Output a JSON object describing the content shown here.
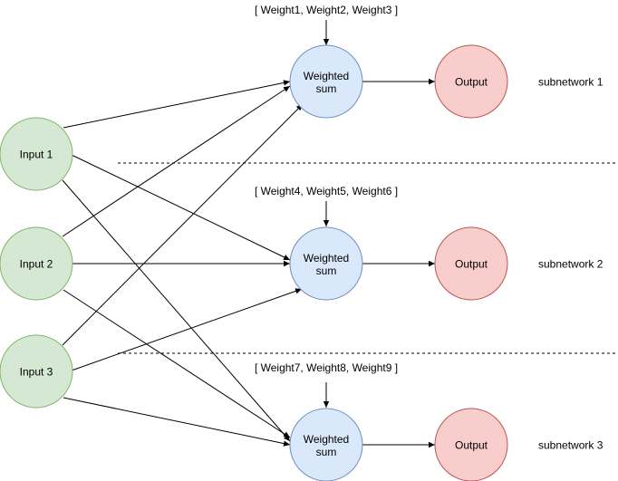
{
  "colors": {
    "input_fill": "#d5e8d4",
    "input_stroke": "#82b366",
    "sum_fill": "#dae8fc",
    "sum_stroke": "#6c8ebf",
    "output_fill": "#f8cecc",
    "output_stroke": "#b85450",
    "edge": "#000000"
  },
  "inputs": [
    {
      "label": "Input 1"
    },
    {
      "label": "Input 2"
    },
    {
      "label": "Input 3"
    }
  ],
  "subnetworks": [
    {
      "weights_label": "[ Weight1, Weight2, Weight3 ]",
      "sum_label_line1": "Weighted",
      "sum_label_line2": "sum",
      "output_label": "Output",
      "name": "subnetwork 1"
    },
    {
      "weights_label": "[ Weight4, Weight5, Weight6 ]",
      "sum_label_line1": "Weighted",
      "sum_label_line2": "sum",
      "output_label": "Output",
      "name": "subnetwork 2"
    },
    {
      "weights_label": "[ Weight7, Weight8, Weight9 ]",
      "sum_label_line1": "Weighted",
      "sum_label_line2": "sum",
      "output_label": "Output",
      "name": "subnetwork 3"
    }
  ]
}
